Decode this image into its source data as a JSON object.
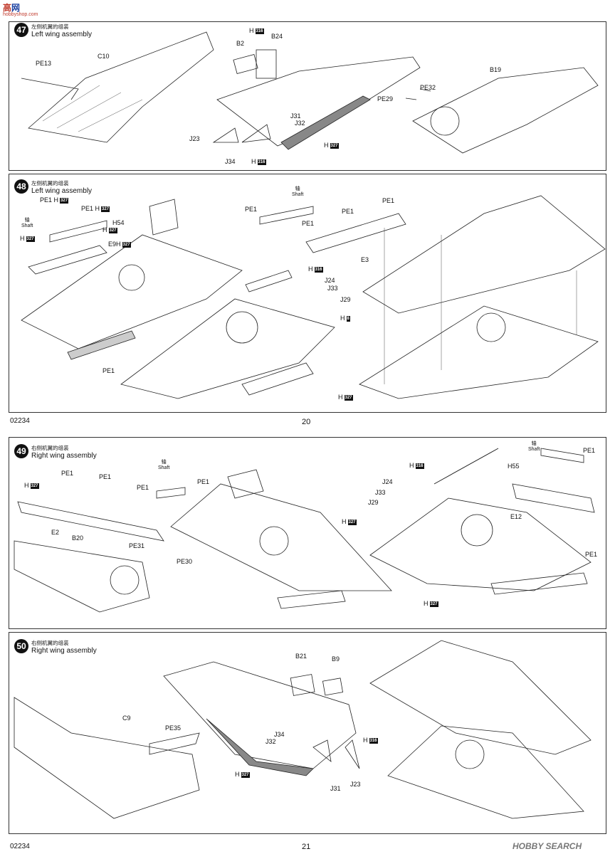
{
  "watermark_top": {
    "cn": "高",
    "cn2": "网",
    "url": "hobbyshop.com"
  },
  "top_page": {
    "code": "02234",
    "number": "20"
  },
  "bottom_page": {
    "code": "02234",
    "number": "21"
  },
  "watermark_bottom": "HOBBY SEARCH",
  "steps": [
    {
      "num": "47",
      "cn": "左侧机翼的组装",
      "en": "Left wing assembly",
      "labels": [
        "PE13",
        "C10",
        "H",
        "B2",
        "B24",
        "J31",
        "J32",
        "J23",
        "J34",
        "H",
        "H",
        "B19",
        "PE32",
        "PE29"
      ],
      "badges": [
        "316",
        "316",
        "327"
      ]
    },
    {
      "num": "48",
      "cn": "左侧机翼的组装",
      "en": "Left wing assembly",
      "labels": [
        "PE1",
        "H",
        "PE1",
        "H",
        "轴",
        "Shaft",
        "H",
        "H54",
        "H",
        "E9",
        "H",
        "轴",
        "Shaft",
        "PE1",
        "PE1",
        "PE1",
        "PE1",
        "E3",
        "H",
        "J24",
        "J33",
        "J29",
        "H",
        "PE1",
        "H"
      ],
      "badges": [
        "327",
        "327",
        "327",
        "327",
        "327",
        "316",
        "8",
        "327"
      ]
    },
    {
      "num": "49",
      "cn": "右侧机翼的组装",
      "en": "Right wing assembly",
      "labels": [
        "H",
        "PE1",
        "PE1",
        "PE1",
        "E2",
        "B20",
        "PE31",
        "PE30",
        "轴",
        "Shaft",
        "PE1",
        "H",
        "J24",
        "J33",
        "J29",
        "H",
        "H",
        "轴",
        "Shaft",
        "PE1",
        "H55",
        "E12",
        "PE1"
      ],
      "badges": [
        "327",
        "316",
        "327",
        "327"
      ]
    },
    {
      "num": "50",
      "cn": "右侧机翼的组装",
      "en": "Right wing assembly",
      "labels": [
        "C9",
        "PE35",
        "B21",
        "B9",
        "J34",
        "J32",
        "H",
        "H",
        "J31",
        "J23"
      ],
      "badges": [
        "316",
        "327"
      ]
    }
  ]
}
